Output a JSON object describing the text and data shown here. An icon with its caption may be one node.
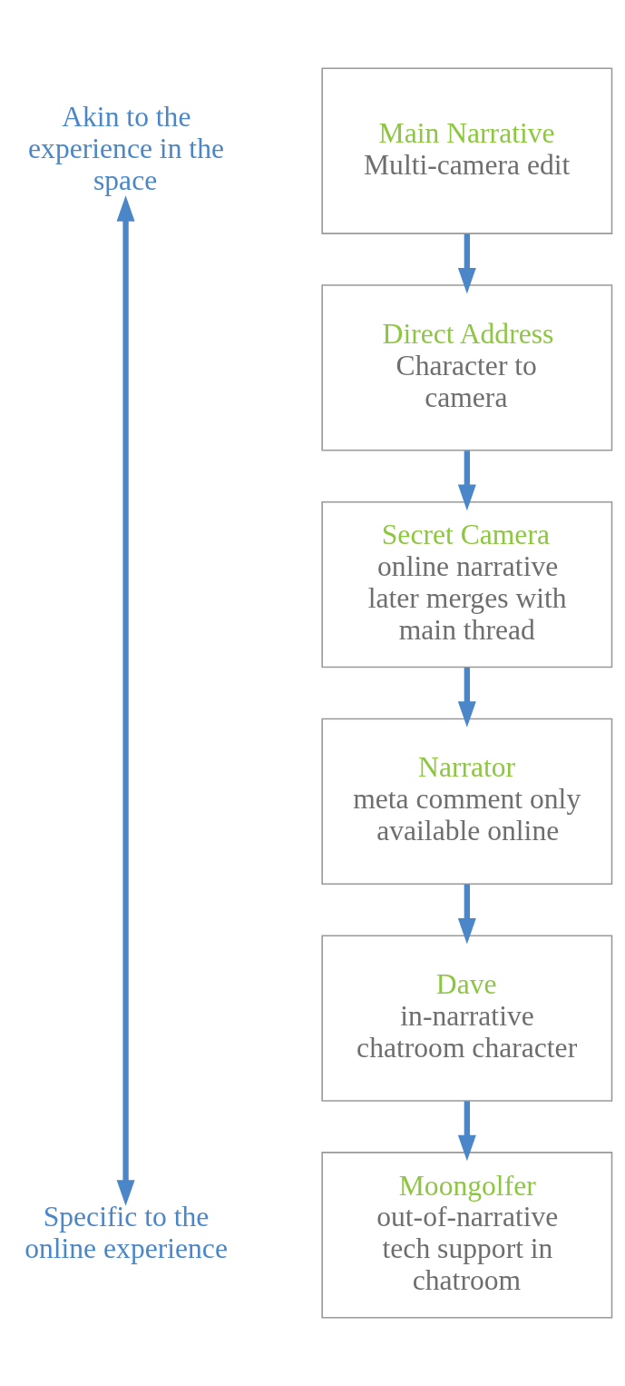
{
  "diagram": {
    "nodes": [
      {
        "text": [
          "Akin to the experience in the space"
        ]
      },
      {
        "text": [
          "Main Narrative",
          "Multi-camera edit"
        ]
      },
      {
        "text": [
          "Direct Address",
          "Character to camera"
        ]
      },
      {
        "text": [
          "Secret Camera",
          "online narrative later merges with main thread"
        ]
      },
      {
        "text": [
          "Narrator",
          "meta comment only available online"
        ]
      },
      {
        "text": [
          "Dave",
          "in-narrative chatroom character"
        ]
      },
      {
        "text": [
          "Specific to the online experience"
        ]
      },
      {
        "text": [
          "Moongolfer",
          "out-of-narrative tech support in chatroom"
        ]
      }
    ],
    "edges": [
      {
        "from": 1,
        "to": 2,
        "arrow": "to"
      },
      {
        "from": 2,
        "to": 3,
        "arrow": "to"
      },
      {
        "from": 3,
        "to": 4,
        "arrow": "to"
      },
      {
        "from": 4,
        "to": 5,
        "arrow": "to"
      },
      {
        "from": 5,
        "to": 7,
        "arrow": "to"
      },
      {
        "from": 0,
        "to": 6,
        "arrow": "both"
      }
    ]
  }
}
